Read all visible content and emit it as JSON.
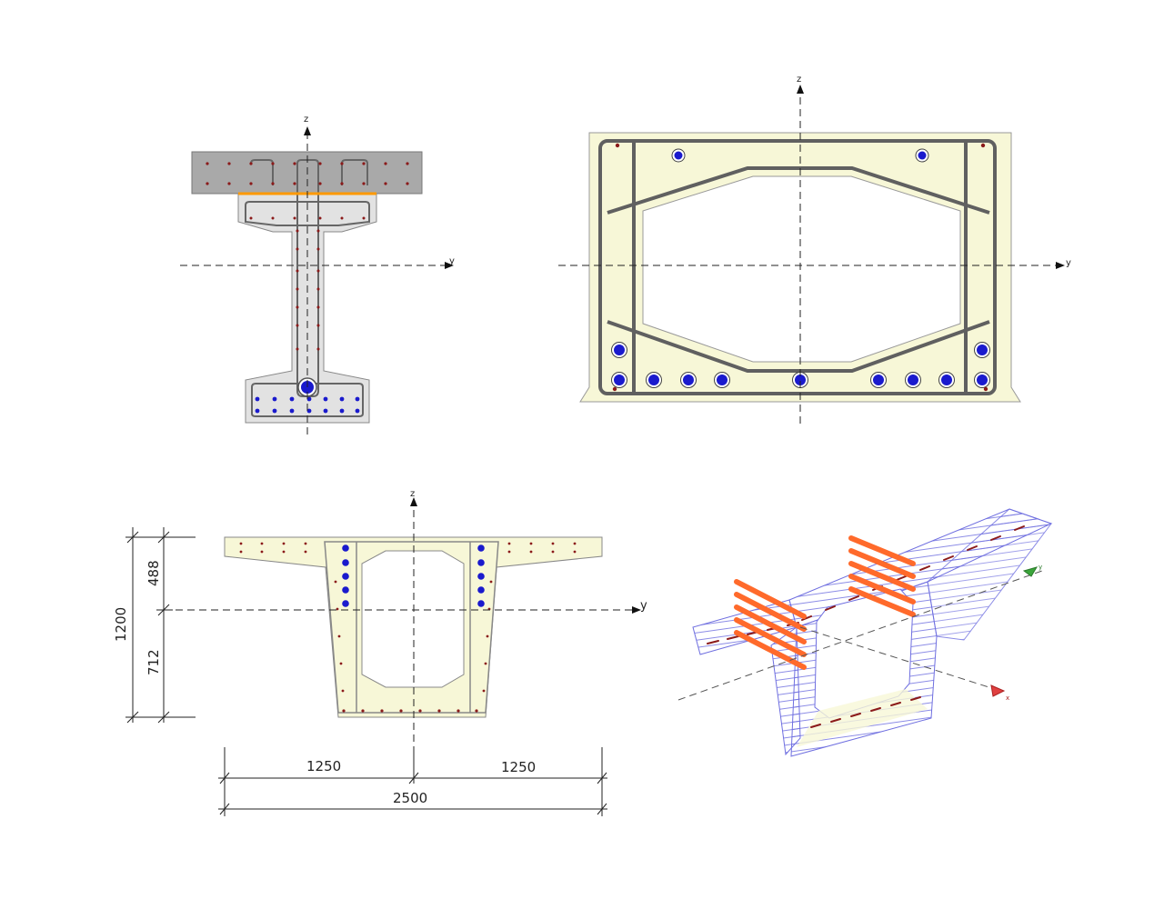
{
  "colors": {
    "concrete_light": "#f7f7d7",
    "concrete_grey": "#e2e2e2",
    "deck_grey": "#a9a9a9",
    "rebar": "#8b1a1a",
    "stirrup": "#555555",
    "tendon": "#1a1acd",
    "interface": "#ff9900",
    "tendon3d": "#ff6a2b",
    "mesh3d": "#6f6fe0"
  },
  "axes": {
    "y": "y",
    "z": "z",
    "x": "x"
  },
  "dimensions": {
    "top_height": "488",
    "bottom_height": "712",
    "total_height": "1200",
    "left_width": "1250",
    "right_width": "1250",
    "total_width": "2500"
  }
}
